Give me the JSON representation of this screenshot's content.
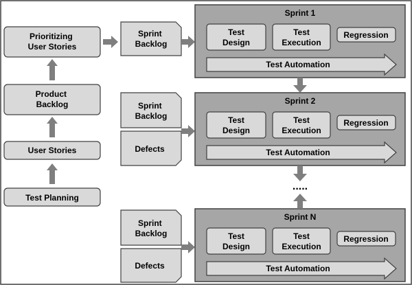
{
  "colors": {
    "box_fill": "#d9d9d9",
    "sprint_fill": "#a6a6a6",
    "arrow_fill": "#7f7f7f",
    "stroke": "#404040"
  },
  "left_column": {
    "prioritizing": [
      "Prioritizing",
      "User Stories"
    ],
    "product_backlog": [
      "Product",
      "Backlog"
    ],
    "user_stories": "User Stories",
    "test_planning": "Test Planning"
  },
  "inputs": {
    "sprint_backlog": [
      "Sprint",
      "Backlog"
    ],
    "defects": "Defects"
  },
  "sprints": [
    {
      "title": "Sprint 1"
    },
    {
      "title": "Sprint 2"
    },
    {
      "title": "Sprint N"
    }
  ],
  "sprint_items": {
    "test_design": [
      "Test",
      "Design"
    ],
    "test_execution": [
      "Test",
      "Execution"
    ],
    "regression": "Regression",
    "test_automation": "Test Automation"
  },
  "ellipsis": "....."
}
